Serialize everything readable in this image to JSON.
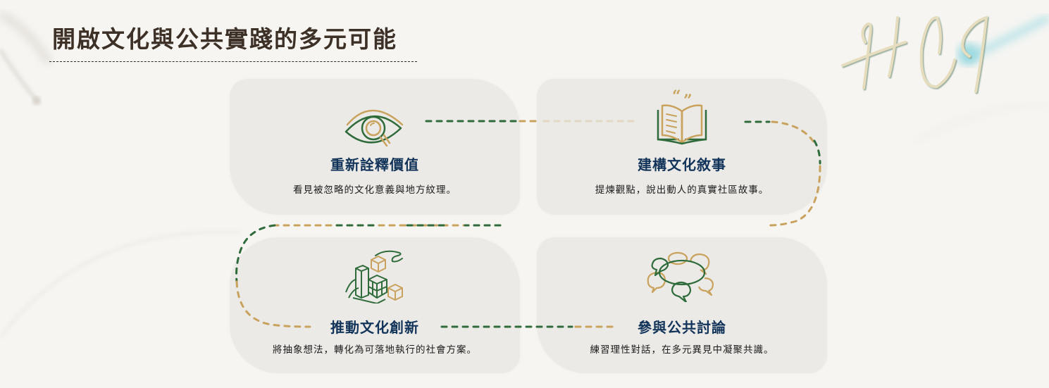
{
  "header": {
    "title": "開啟文化與公共實踐的多元可能",
    "logo_text": "HCI"
  },
  "colors": {
    "title": "#3d3026",
    "card_title": "#13345a",
    "card_desc": "#1b1b1b",
    "card_bg": "#ebeae6",
    "page_bg": "#f6f5f2",
    "accent_green": "#2f6b3b",
    "accent_gold": "#c9a25e",
    "logo_stroke": "#e4dcc0",
    "logo_glow": "#8fd3dc"
  },
  "cards": [
    {
      "icon": "eye-magnifier-icon",
      "title": "重新詮釋價值",
      "description": "看見被忽略的文化意義與地方紋理。"
    },
    {
      "icon": "open-book-quote-icon",
      "title": "建構文化敘事",
      "description": "提煉觀點，說出動人的真實社區故事。"
    },
    {
      "icon": "hand-building-blocks-icon",
      "title": "推動文化創新",
      "description": "將抽象想法，轉化為可落地執行的社會方案。"
    },
    {
      "icon": "speech-bubbles-circle-icon",
      "title": "參與公共討論",
      "description": "練習理性對話，在多元異見中凝聚共識。"
    }
  ]
}
